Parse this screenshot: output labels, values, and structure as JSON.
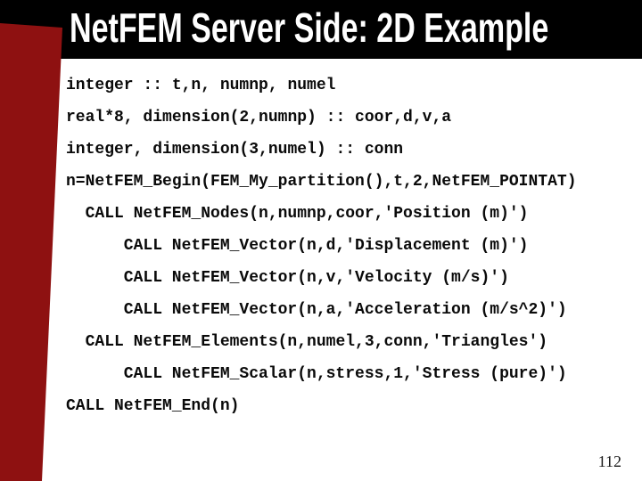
{
  "slide": {
    "title": "NetFEM Server Side: 2D Example",
    "page_number": "112",
    "code_lines": [
      {
        "indent": 0,
        "text": "integer :: t,n, numnp, numel"
      },
      {
        "indent": 0,
        "text": "real*8, dimension(2,numnp) :: coor,d,v,a"
      },
      {
        "indent": 0,
        "text": "integer, dimension(3,numel) :: conn"
      },
      {
        "indent": 0,
        "text": "n=NetFEM_Begin(FEM_My_partition(),t,2,NetFEM_POINTAT)"
      },
      {
        "indent": 1,
        "text": "CALL NetFEM_Nodes(n,numnp,coor,'Position (m)')"
      },
      {
        "indent": 2,
        "text": "CALL NetFEM_Vector(n,d,'Displacement (m)')"
      },
      {
        "indent": 2,
        "text": "CALL NetFEM_Vector(n,v,'Velocity (m/s)')"
      },
      {
        "indent": 2,
        "text": "CALL NetFEM_Vector(n,a,'Acceleration (m/s^2)')"
      },
      {
        "indent": 1,
        "text": "CALL NetFEM_Elements(n,numel,3,conn,'Triangles')"
      },
      {
        "indent": 2,
        "text": "CALL NetFEM_Scalar(n,stress,1,'Stress (pure)')"
      },
      {
        "indent": 0,
        "text": "CALL NetFEM_End(n)"
      }
    ],
    "colors": {
      "background": "#ffffff",
      "band_black": "#000000",
      "accent_red": "#8e1111",
      "code_text": "#0a0a0a"
    }
  }
}
